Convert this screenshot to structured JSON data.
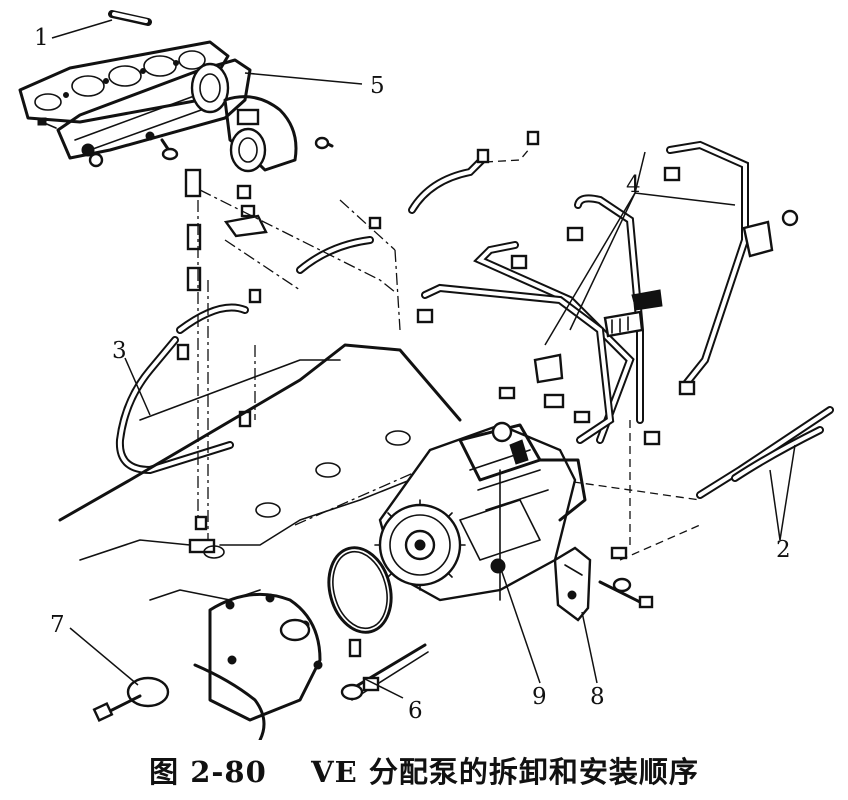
{
  "figure": {
    "caption": "图 2-80    VE 分配泵的拆卸和安装顺序"
  },
  "callouts": {
    "c1": "1",
    "c2": "2",
    "c3": "3",
    "c4": "4",
    "c5": "5",
    "c6": "6",
    "c7": "7",
    "c8": "8",
    "c9": "9"
  }
}
